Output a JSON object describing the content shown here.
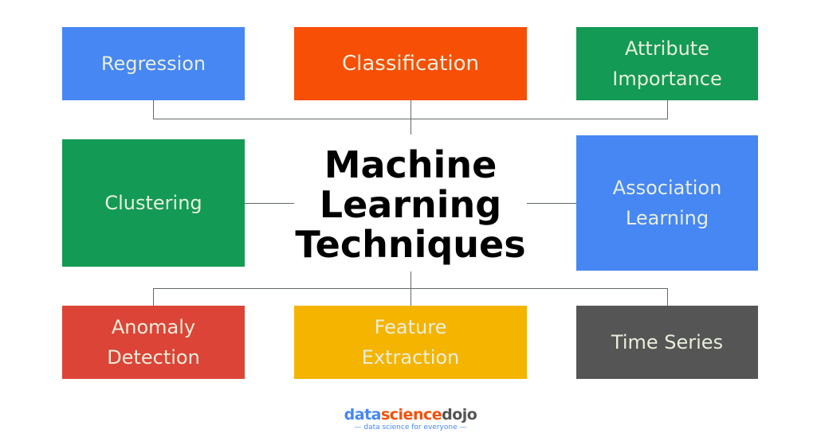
{
  "title": [
    "Machine",
    "Learning",
    "Techniques"
  ],
  "boxes": {
    "regression": {
      "label": "Regression",
      "color": "#4687f4"
    },
    "classification": {
      "label": "Classification",
      "color": "#f74f05"
    },
    "attribute_importance": {
      "label": "Attribute Importance",
      "color": "#139a55"
    },
    "clustering": {
      "label": "Clustering",
      "color": "#139a55"
    },
    "association_learning": {
      "label": "Association Learning",
      "color": "#4687f4"
    },
    "anomaly_detection": {
      "label": "Anomaly Detection",
      "color": "#dc4437"
    },
    "feature_extraction": {
      "label": "Feature Extraction",
      "color": "#f4b400"
    },
    "time_series": {
      "label": "Time Series",
      "color": "#555555"
    }
  },
  "logo": {
    "part1": "data",
    "part2": "science",
    "part3": "dojo",
    "tagline": "data science for everyone"
  }
}
